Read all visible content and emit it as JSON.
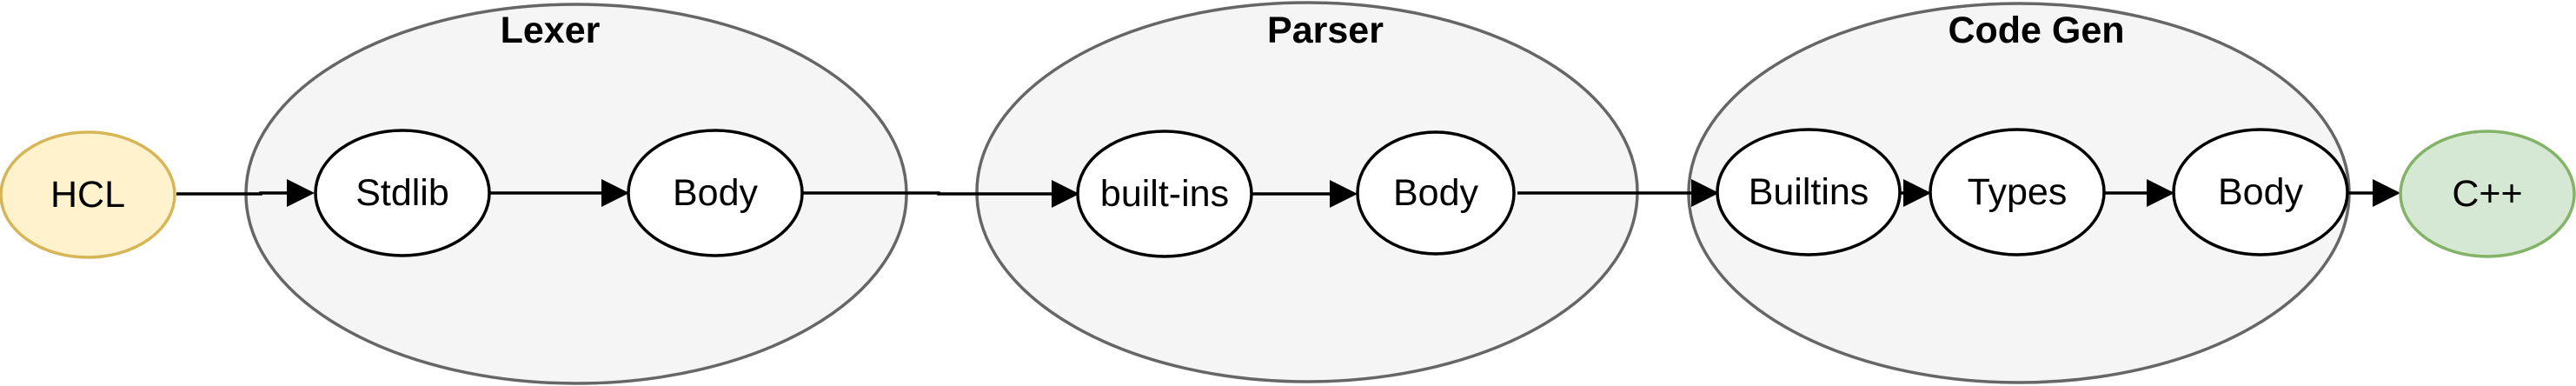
{
  "diagram": {
    "groups": {
      "lexer": {
        "title": "Lexer"
      },
      "parser": {
        "title": "Parser"
      },
      "codegen": {
        "title": "Code Gen"
      }
    },
    "nodes": {
      "hcl": "HCL",
      "lexer_stdlib": "Stdlib",
      "lexer_body": "Body",
      "parser_builtins": "built-ins",
      "parser_body": "Body",
      "codegen_builtins": "Builtins",
      "codegen_types": "Types",
      "codegen_body": "Body",
      "cpp": "C++"
    },
    "colors": {
      "group_fill": "#f5f5f5",
      "group_stroke": "#666666",
      "input_fill": "#fff2cc",
      "input_stroke": "#d6b656",
      "output_fill": "#d5e8d4",
      "output_stroke": "#82b366"
    }
  }
}
